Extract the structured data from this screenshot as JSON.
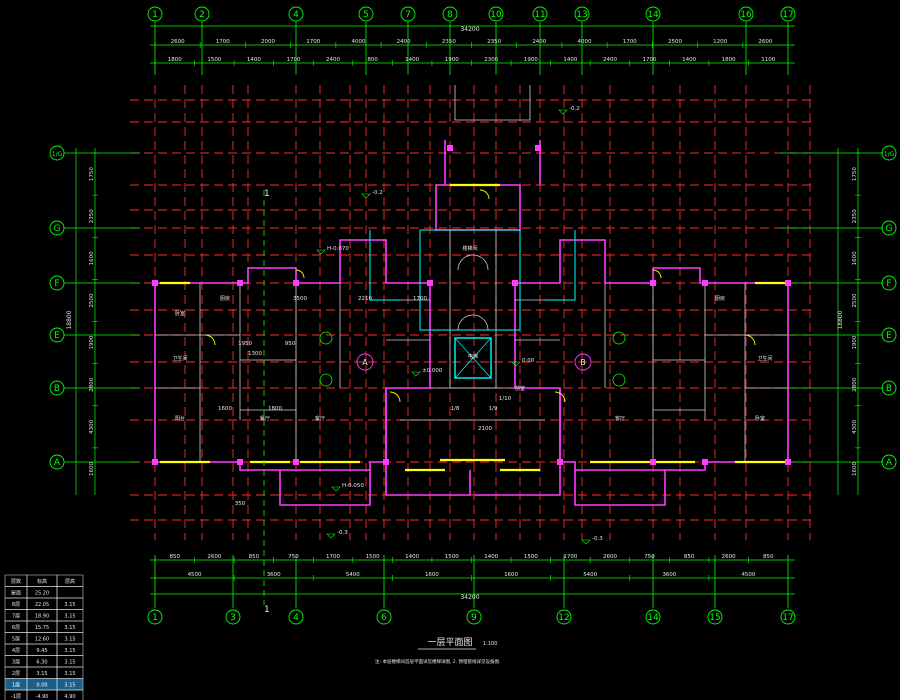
{
  "colors": {
    "background": "#000000",
    "axis": "#00ff00",
    "grid_dashed": "#ff2a2a",
    "wall": "#ff3cff",
    "wall_core": "#00ffff",
    "door": "#ffff00",
    "text": "#e8e8e8",
    "level_table_highlight": "#1a5f8a"
  },
  "top_axes": [
    "1",
    "2",
    "4",
    "5",
    "7",
    "8",
    "10",
    "11",
    "13",
    "14",
    "16",
    "17"
  ],
  "bottom_axes": [
    "1",
    "3",
    "4",
    "6",
    "9",
    "12",
    "14",
    "15",
    "17"
  ],
  "left_axes": [
    "1/G",
    "G",
    "F",
    "E",
    "B",
    "A"
  ],
  "right_axes": [
    "1/G",
    "G",
    "F",
    "E",
    "B",
    "A"
  ],
  "top_total": "34200",
  "bottom_total": "34200",
  "top_dims_row1": [
    "2600",
    "1700",
    "2000",
    "1700",
    "4000",
    "2400",
    "2350",
    "2350",
    "2400",
    "4000",
    "1700",
    "2500",
    "1200",
    "2600"
  ],
  "top_dims_row2": [
    "1800",
    "1500",
    "1400",
    "1700",
    "2400",
    "800",
    "1400",
    "1900",
    "2300",
    "1900",
    "1400",
    "2400",
    "1700",
    "1400",
    "1800",
    "1100"
  ],
  "bottom_dims_row1": [
    "850",
    "2600",
    "850",
    "750",
    "1700",
    "1500",
    "1400",
    "1500",
    "1400",
    "1500",
    "1700",
    "2600",
    "750",
    "850",
    "2600",
    "850"
  ],
  "bottom_dims_row2": [
    "4500",
    "3600",
    "5400",
    "1600",
    "1600",
    "5400",
    "3600",
    "4500"
  ],
  "left_dims": [
    "1750",
    "2350",
    "1600",
    "2500",
    "1900",
    "2800",
    "4300",
    "1600"
  ],
  "left_total": "18800",
  "right_dims": [
    "1750",
    "2350",
    "1600",
    "2500",
    "1900",
    "2800",
    "4300",
    "1600"
  ],
  "right_total": "18800",
  "labels_dims_inner": [
    "1300",
    "1950",
    "3500",
    "1600",
    "1800",
    "2210",
    "1700",
    "2100",
    "350",
    "950",
    "1/8",
    "1/9",
    "1/10"
  ],
  "room_labels": [
    "卧室",
    "厨房",
    "卫生间",
    "客厅",
    "餐厅",
    "阳台",
    "楼梯间",
    "电梯",
    "前室",
    "客厅",
    "卧室",
    "厨房",
    "卫生间"
  ],
  "level_marks": [
    "-0.2",
    "-0.2",
    "-0.3",
    "-0.3",
    "H-0.070",
    "H-0.050",
    "±0.000",
    "0.00"
  ],
  "circle_labels": [
    "A",
    "B"
  ],
  "section_mark": "1",
  "title": "一层平面图",
  "scale": "1:100",
  "note": "注: 本层楼梯间首层平面详见楼梯详图, 2. 预埋管线详见设备图.",
  "level_table": {
    "header": [
      "层数",
      "标高",
      "层高"
    ],
    "rows": [
      [
        "屋面",
        "25.20",
        ""
      ],
      [
        "8层",
        "22.05",
        "3.15"
      ],
      [
        "7层",
        "18.90",
        "3.15"
      ],
      [
        "6层",
        "15.75",
        "3.15"
      ],
      [
        "5层",
        "12.60",
        "3.15"
      ],
      [
        "4层",
        "9.45",
        "3.15"
      ],
      [
        "3层",
        "6.30",
        "3.15"
      ],
      [
        "2层",
        "3.15",
        "3.15"
      ],
      [
        "1层",
        "0.00",
        "3.15"
      ],
      [
        "-1层",
        "-4.90",
        "4.90"
      ]
    ],
    "highlight_row": 8
  }
}
